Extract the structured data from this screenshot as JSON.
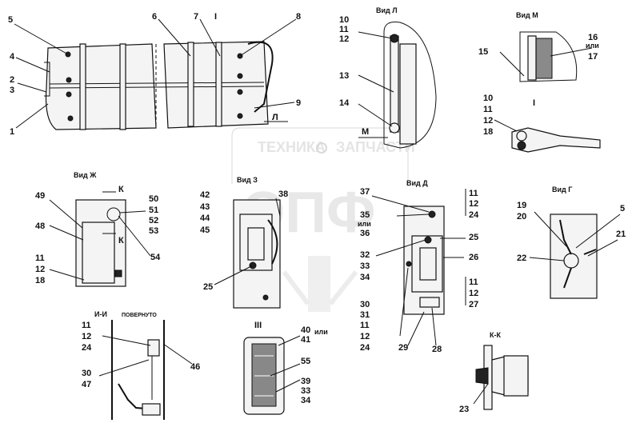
{
  "view_titles": {
    "view_l": "Вид Л",
    "view_m": "Вид М",
    "view_zh": "Вид Ж",
    "view_z": "Вид З",
    "view_d": "Вид Д",
    "view_g": "Вид Г",
    "section_ii": "И-И",
    "section_ii_note": "ПОВЕРНУТО",
    "section_kk": "К-К",
    "roman_i_top": "I",
    "roman_i_detail": "I",
    "roman_iii": "III",
    "letter_l": "Л",
    "letter_m": "М",
    "letter_k_top": "К",
    "letter_k_bottom": "К"
  },
  "watermark": {
    "line1_left": "ТЕХНИКА",
    "line1_right": "ЗАПЧАСТИ",
    "letters": "ЭПФ"
  },
  "callouts": {
    "main": [
      "5",
      "4",
      "2",
      "3",
      "1",
      "6",
      "7",
      "8",
      "9"
    ],
    "view_l": [
      "10",
      "11",
      "12",
      "13",
      "14"
    ],
    "view_m": [
      "15",
      "16",
      "или",
      "17"
    ],
    "detail_i": [
      "10",
      "11",
      "12",
      "18"
    ],
    "view_zh": [
      "49",
      "48",
      "50",
      "51",
      "52",
      "53",
      "54",
      "11",
      "12",
      "18"
    ],
    "view_z": [
      "42",
      "43",
      "44",
      "45",
      "38",
      "25"
    ],
    "view_d": [
      "37",
      "35",
      "или",
      "36",
      "11",
      "12",
      "24",
      "25",
      "32",
      "33",
      "34",
      "26",
      "11",
      "12",
      "27",
      "30",
      "31",
      "11",
      "12",
      "24",
      "29",
      "28"
    ],
    "view_g": [
      "19",
      "20",
      "5",
      "21",
      "22"
    ],
    "section_ii": [
      "11",
      "12",
      "24",
      "46",
      "30",
      "47"
    ],
    "detail_iii": [
      "40",
      "или",
      "41",
      "55",
      "39",
      "33",
      "34"
    ],
    "section_kk": [
      "23"
    ]
  }
}
